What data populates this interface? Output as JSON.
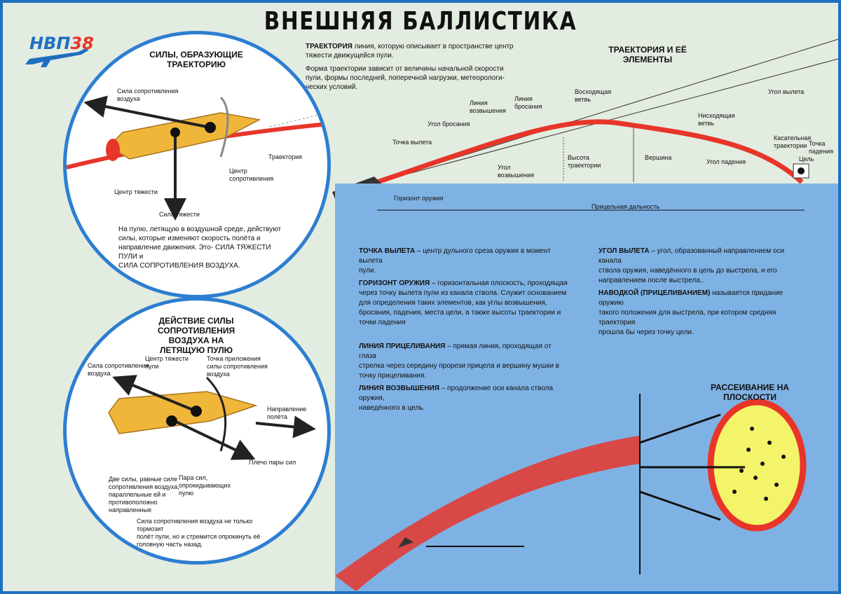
{
  "title": "ВНЕШНЯЯ БАЛЛИСТИКА",
  "logo": {
    "text": "НВП",
    "number": "38"
  },
  "forces": {
    "heading_line1": "СИЛЫ, ОБРАЗУЮЩИЕ",
    "heading_line2": "ТРАЕКТОРИЮ",
    "label_air_line1": "Сила сопротивления",
    "label_air_line2": "воздуха",
    "label_trajectory": "Траектория",
    "label_center_res_line1": "Центр",
    "label_center_res_line2": "сопротивления",
    "label_gravity_center": "Центр тяжести",
    "label_gravity": "Сила тяжести",
    "text_line1": "На пулю, летящую в воздушной среде, действуют",
    "text_line2": "силы, которые изменяют скорость полёта и",
    "text_line3": "направление движения. Это- СИЛА ТЯЖЕСТИ ПУЛИ и",
    "text_line4": "СИЛА СОПРОТИВЛЕНИЯ ВОЗДУХА."
  },
  "air": {
    "heading_line1": "ДЕЙСТВИЕ СИЛЫ",
    "heading_line2": "СОПРОТИВЛЕНИЯ ВОЗДУХА НА",
    "heading_line3": "ЛЕТЯЩУЮ ПУЛЮ",
    "label_force_line1": "Сила сопротивления",
    "label_force_line2": "воздуха",
    "label_gc_line1": "Центр тяжести",
    "label_gc_line2": "пули",
    "label_point_line1": "Точка приложения",
    "label_point_line2": "силы сопротивления",
    "label_point_line3": "воздуха",
    "label_dir_line1": "Направление",
    "label_dir_line2": "полёта",
    "label_arm": "Плечо пары сил",
    "label_two_line1": "Две силы, равные силе",
    "label_two_line2": "сопротивления воздуха,",
    "label_two_line3": "параллельные ей и",
    "label_two_line4": "противоположно",
    "label_two_line5": "направленные",
    "label_pair_line1": "Пара сил,",
    "label_pair_line2": "опрокидывающих",
    "label_pair_line3": "пулю",
    "text_line1": "Сила сопротивления воздуха не только тормозит",
    "text_line2": "полёт пули, но и стремится опрокинуть её",
    "text_line3": "головную часть назад."
  },
  "intro": {
    "term": "ТРАЕКТОРИЯ",
    "line1": "линия, которую описывает в пространстве центр",
    "line2": "тяжести движущейся пули.",
    "p2_line1": "Форма траектории зависит от величины начальной скорости",
    "p2_line2": "пули, формы последней, поперечной нагрузки, метеорологи-",
    "p2_line3": "ческих условий."
  },
  "trajectory": {
    "heading": "ТРАЕКТОРИЯ И ЕЁ ЭЛЕМЕНТЫ",
    "departure_angle": "Угол вылета",
    "ascending_line1": "Восходящая",
    "ascending_line2": "ветвь",
    "descending_line1": "Нисходящая",
    "descending_line2": "ветвь",
    "throw_line_l1": "Линия",
    "throw_line_l2": "бросания",
    "elev_line_l1": "Линия",
    "elev_line_l2": "возвышения",
    "throw_angle": "Угол бросания",
    "departure_point": "Точка вылета",
    "elev_angle_l1": "Угол",
    "elev_angle_l2": "возвышения",
    "height_l1": "Высота",
    "height_l2": "траектории",
    "apex": "Вершина",
    "fall_angle": "Угол падения",
    "tangent_l1": "Касательная",
    "tangent_l2": "траектории",
    "target": "Цель",
    "impact_l1": "Точка",
    "impact_l2": "падения",
    "horizon": "Горизонт оружия",
    "range": "Прицельная дальность"
  },
  "definitions": {
    "d1_term": "ТОЧКА ВЫЛЕТА",
    "d1_l1": "– центр дульного среза оружия в момент вылета",
    "d1_l2": "пули.",
    "d2_term": "ГОРИЗОНТ ОРУЖИЯ",
    "d2_l1": "– горизонтальная плоскость, проходящая",
    "d2_l2": "через точку вылета пули из канала ствола. Служит основанием",
    "d2_l3": "для определения таких элементов, как углы возвышения,",
    "d2_l4": "бросания, падения, места цели, а также высоты траектории и",
    "d2_l5": "точки падения",
    "d3_term": "ЛИНИЯ ПРИЦЕЛИВАНИЯ",
    "d3_l1": "– прямая линия, проходящая от глаза",
    "d3_l2": "стрелка через середину прорези прицела и вершину мушки в",
    "d3_l3": "точку прицеливания.",
    "d4_term": "ЛИНИЯ ВОЗВЫШЕНИЯ",
    "d4_l1": "– продолжение оси канала ствола оружия,",
    "d4_l2": "наведённого в цель.",
    "d5_term": "УГОЛ ВЫЛЕТА",
    "d5_l1": "– угол, образованный направлением оси канала",
    "d5_l2": "ствола оружия, наведённого в цель до выстрела, и его",
    "d5_l3": "направлением после выстрела..",
    "d6_term": "НАВОДКОЙ (ПРИЦЕЛИВАНИЕМ)",
    "d6_l1": "называется придание оружию",
    "d6_l2": "такого положения для выстрела, при котором средняя траектория",
    "d6_l3": "прошла бы через точку цели."
  },
  "dispersion": {
    "heading": "РАССЕИВАНИЕ НА ПЛОСКОСТИ"
  },
  "colors": {
    "frame": "#1f6fc0",
    "trajectory": "#e8352a",
    "bullet": "#f0b63a",
    "panel": "#7fb2e4",
    "background": "#e3ece0"
  }
}
